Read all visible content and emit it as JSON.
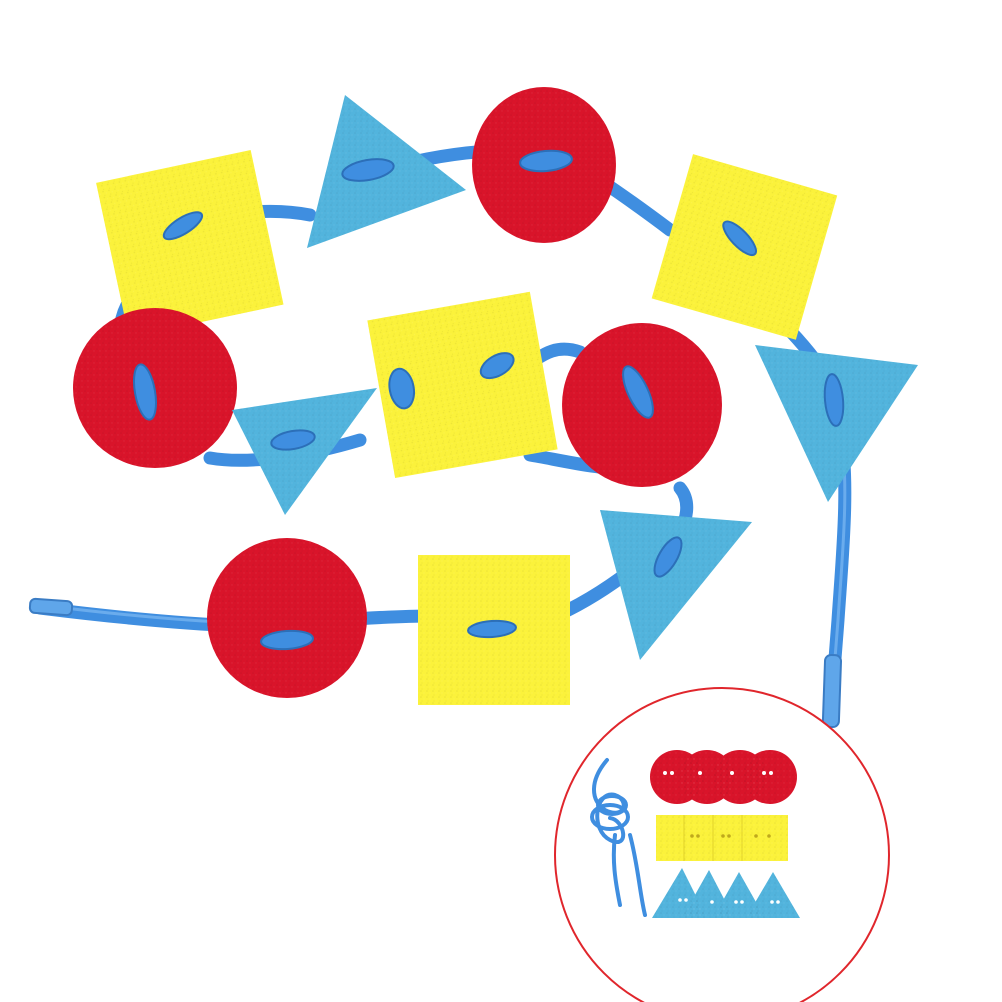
{
  "scene": {
    "background": "#ffffff",
    "colors": {
      "red_felt": "#d9142a",
      "yellow_felt": "#fbf23b",
      "blue_felt": "#52b4dd",
      "lace": "#3f8ee0",
      "inset_ring": "#e0262c"
    },
    "threaded_shapes": [
      {
        "shape": "square",
        "color": "yellow"
      },
      {
        "shape": "triangle",
        "color": "blue"
      },
      {
        "shape": "circle",
        "color": "red"
      },
      {
        "shape": "square",
        "color": "yellow"
      },
      {
        "shape": "circle",
        "color": "red"
      },
      {
        "shape": "triangle",
        "color": "blue"
      },
      {
        "shape": "square",
        "color": "yellow"
      },
      {
        "shape": "circle",
        "color": "red"
      },
      {
        "shape": "triangle",
        "color": "blue"
      },
      {
        "shape": "circle",
        "color": "red"
      },
      {
        "shape": "square",
        "color": "yellow"
      },
      {
        "shape": "triangle",
        "color": "blue"
      }
    ],
    "inset_contents": {
      "lace_count": 1,
      "red_circles": 4,
      "yellow_squares": 4,
      "blue_triangles": 4
    }
  }
}
